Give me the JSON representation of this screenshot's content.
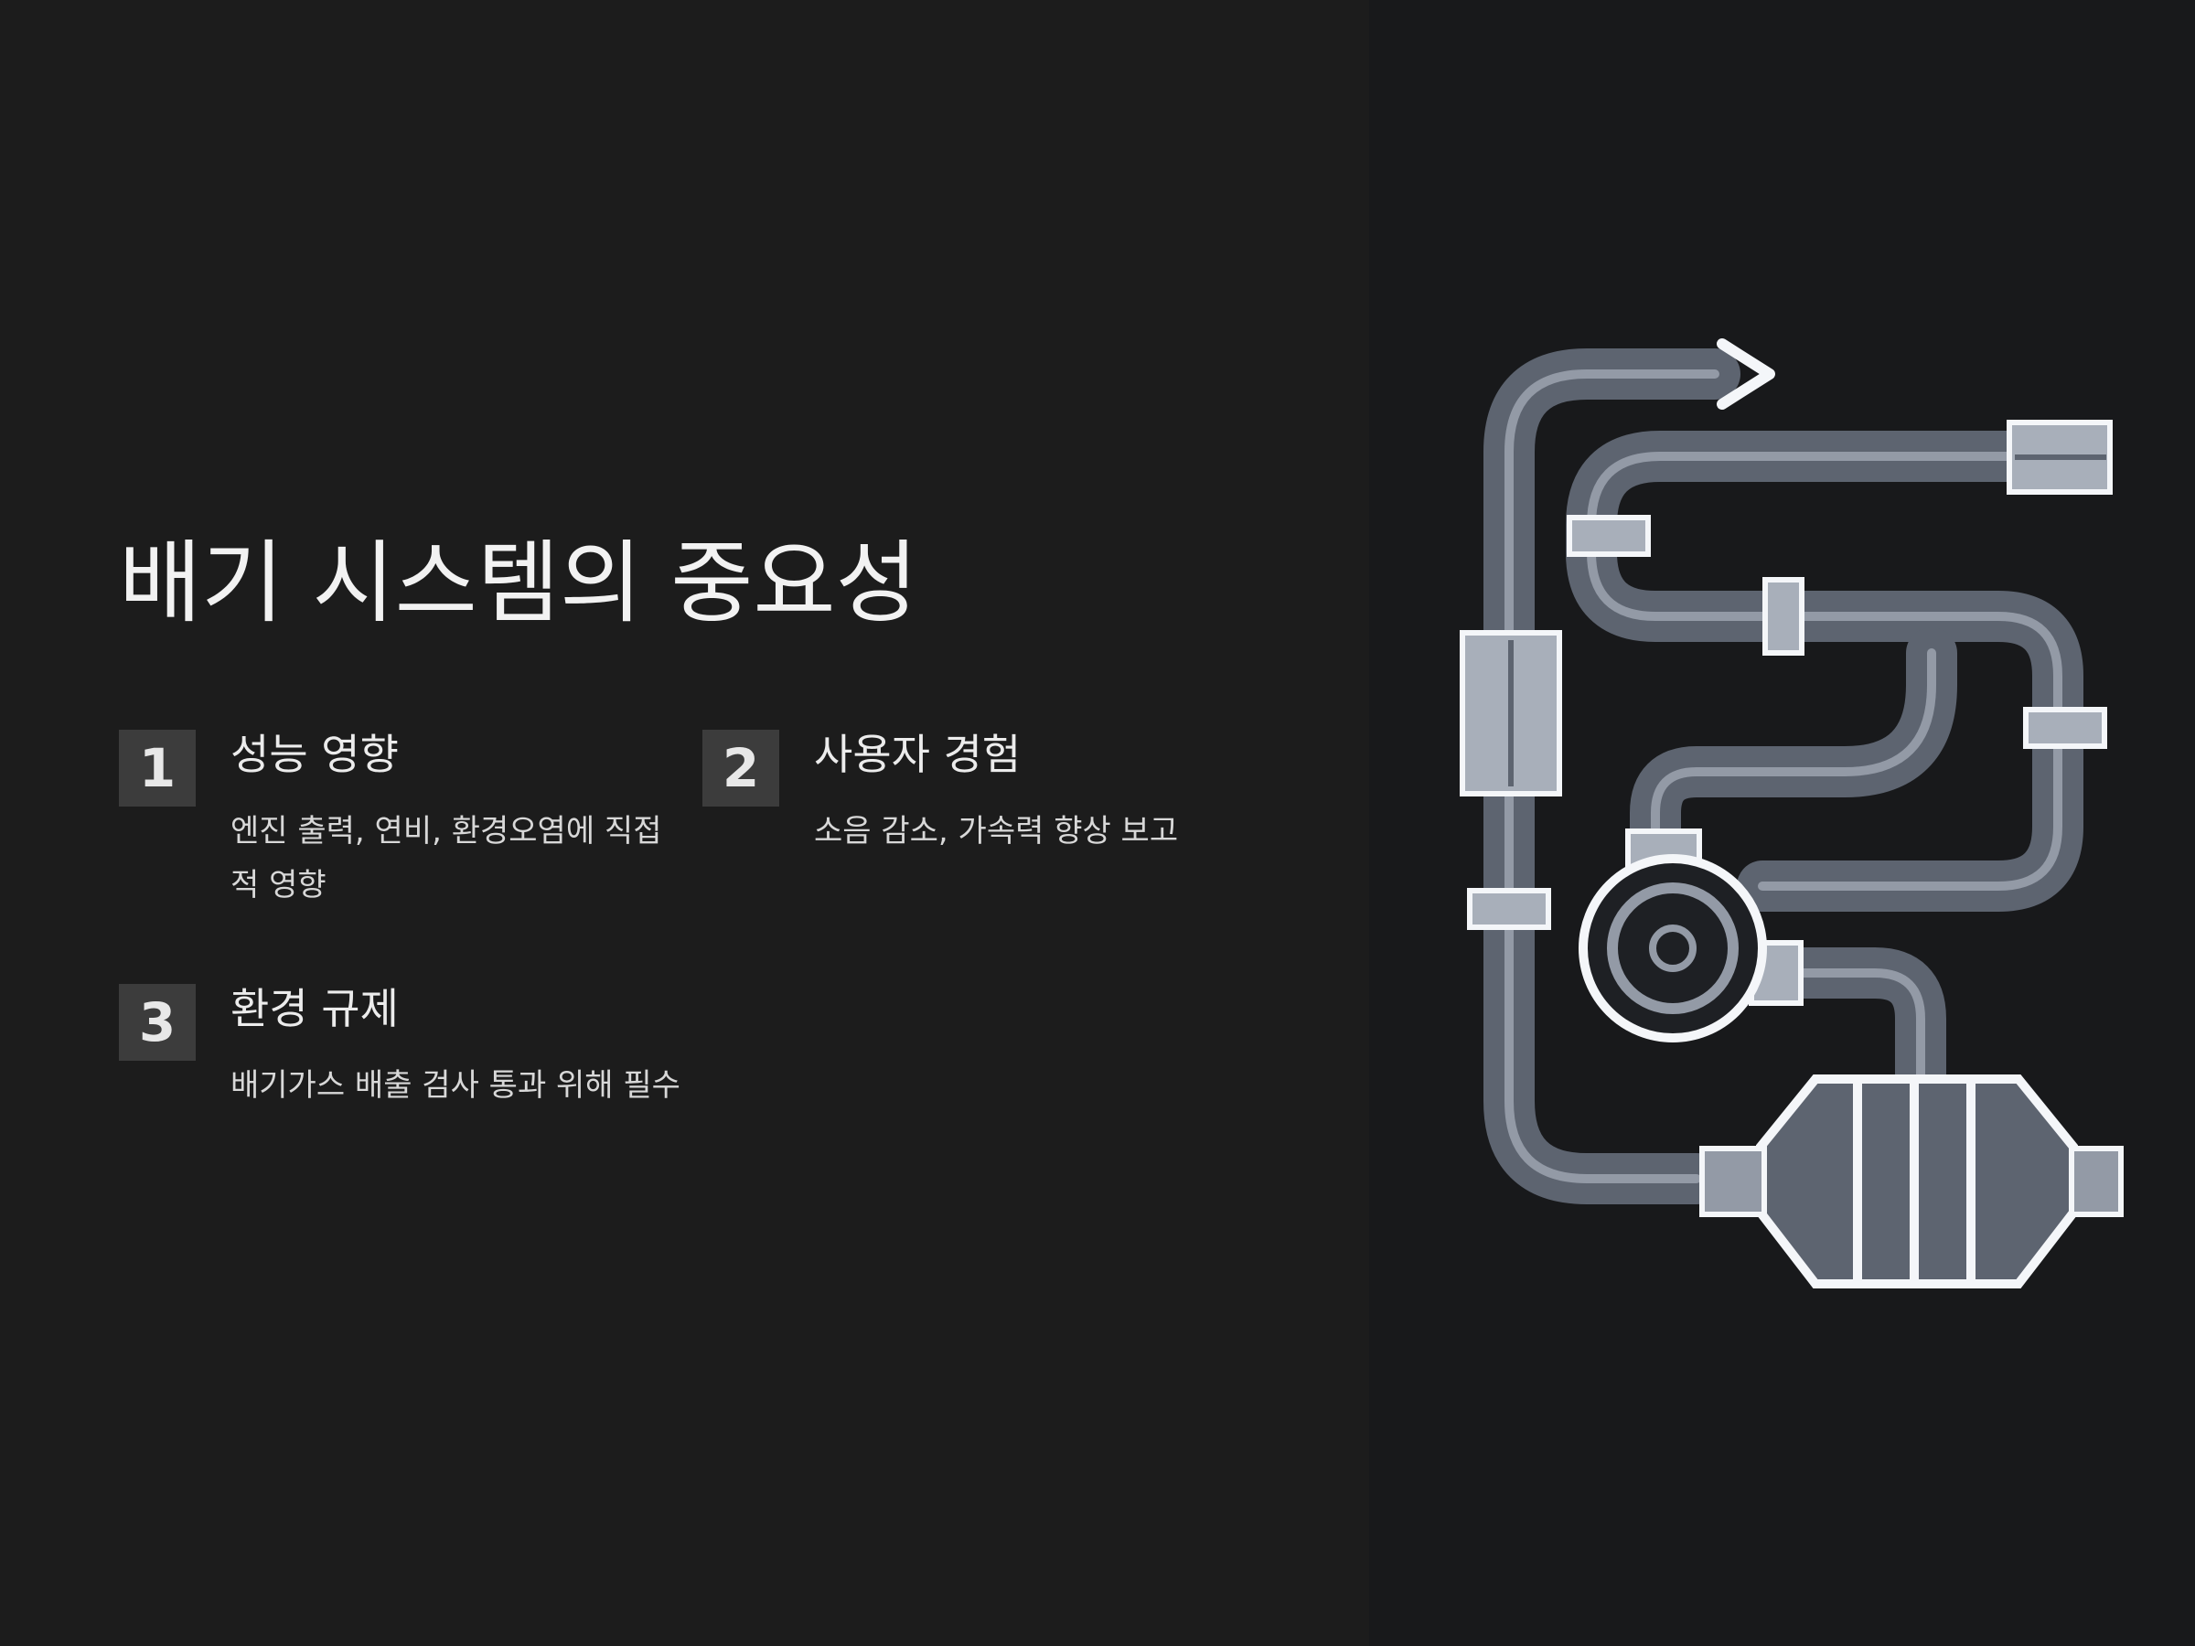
{
  "slide": {
    "title": "배기 시스템의 중요성",
    "items": [
      {
        "number": "1",
        "heading": "성능 영향",
        "description": "엔진 출력, 연비, 환경오염에 직접적 영향"
      },
      {
        "number": "2",
        "heading": "사용자 경험",
        "description": "소음 감소, 가속력 향상 보고"
      },
      {
        "number": "3",
        "heading": "환경 규제",
        "description": "배기가스 배출 검사 통과 위해 필수"
      }
    ]
  },
  "illustration": {
    "icon": "exhaust-system-pipes-illustration",
    "colors": {
      "background": "#18191b",
      "pipe_outer": "#5d6470",
      "pipe_inner": "#939aa6",
      "highlight": "#f4f6f9"
    }
  }
}
